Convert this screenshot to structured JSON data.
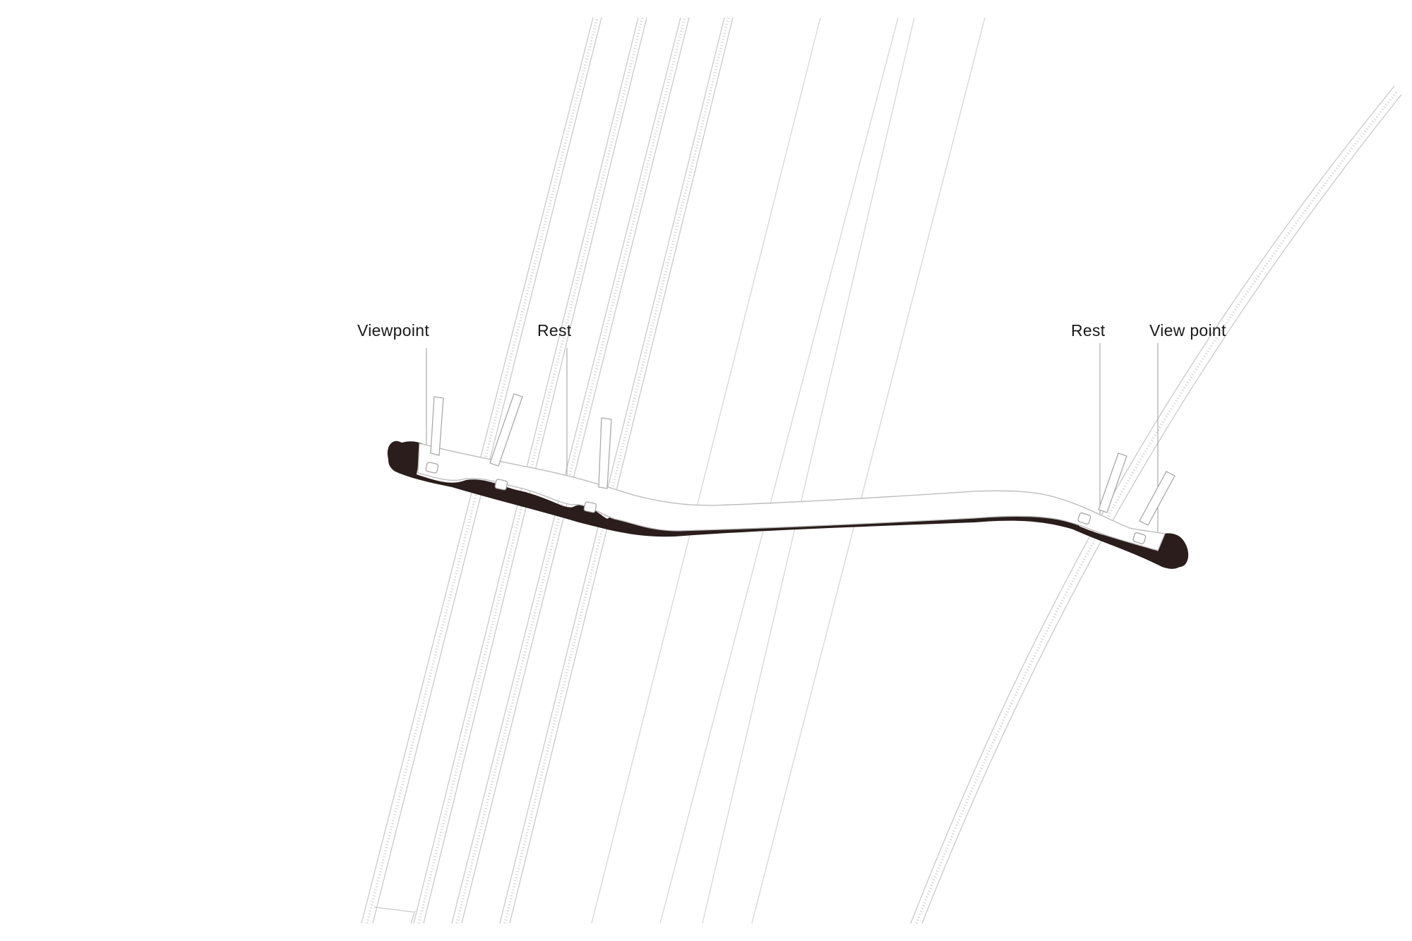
{
  "labels": {
    "viewpoint_left": "Viewpoint",
    "rest_left": "Rest",
    "rest_right": "Rest",
    "viewpoint_right": "View point"
  },
  "colors": {
    "hull": "#2a1d1b",
    "rail_lines": "#c9c9c9",
    "leader_lines": "#9a9a9a",
    "label_text": "#1a1a1a",
    "background": "#ffffff"
  }
}
